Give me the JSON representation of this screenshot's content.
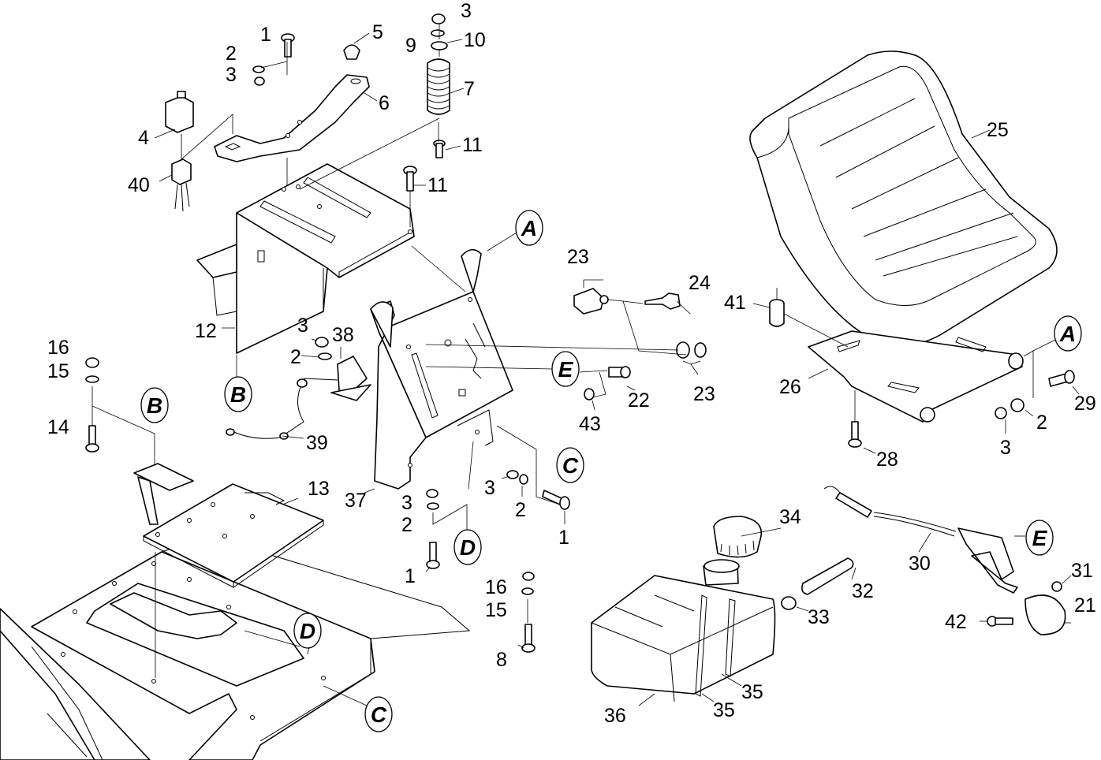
{
  "diagram": {
    "callouts": [
      {
        "n": "1"
      },
      {
        "n": "2"
      },
      {
        "n": "3"
      },
      {
        "n": "5"
      },
      {
        "n": "3"
      },
      {
        "n": "9"
      },
      {
        "n": "10"
      },
      {
        "n": "7"
      },
      {
        "n": "6"
      },
      {
        "n": "4"
      },
      {
        "n": "40"
      },
      {
        "n": "11"
      },
      {
        "n": "11"
      },
      {
        "n": "12"
      },
      {
        "n": "3"
      },
      {
        "n": "38"
      },
      {
        "n": "2"
      },
      {
        "n": "16"
      },
      {
        "n": "15"
      },
      {
        "n": "14"
      },
      {
        "n": "39"
      },
      {
        "n": "13"
      },
      {
        "n": "37"
      },
      {
        "n": "3"
      },
      {
        "n": "2"
      },
      {
        "n": "1"
      },
      {
        "n": "3"
      },
      {
        "n": "2"
      },
      {
        "n": "1"
      },
      {
        "n": "23"
      },
      {
        "n": "24"
      },
      {
        "n": "22"
      },
      {
        "n": "43"
      },
      {
        "n": "23"
      },
      {
        "n": "25"
      },
      {
        "n": "41"
      },
      {
        "n": "26"
      },
      {
        "n": "28"
      },
      {
        "n": "29"
      },
      {
        "n": "2"
      },
      {
        "n": "3"
      },
      {
        "n": "34"
      },
      {
        "n": "30"
      },
      {
        "n": "32"
      },
      {
        "n": "33"
      },
      {
        "n": "31"
      },
      {
        "n": "21"
      },
      {
        "n": "42"
      },
      {
        "n": "16"
      },
      {
        "n": "15"
      },
      {
        "n": "8"
      },
      {
        "n": "36"
      },
      {
        "n": "35"
      },
      {
        "n": "35"
      }
    ],
    "refs": [
      {
        "letter": "A"
      },
      {
        "letter": "A"
      },
      {
        "letter": "B"
      },
      {
        "letter": "B"
      },
      {
        "letter": "C"
      },
      {
        "letter": "C"
      },
      {
        "letter": "D"
      },
      {
        "letter": "D"
      },
      {
        "letter": "E"
      },
      {
        "letter": "E"
      }
    ]
  }
}
